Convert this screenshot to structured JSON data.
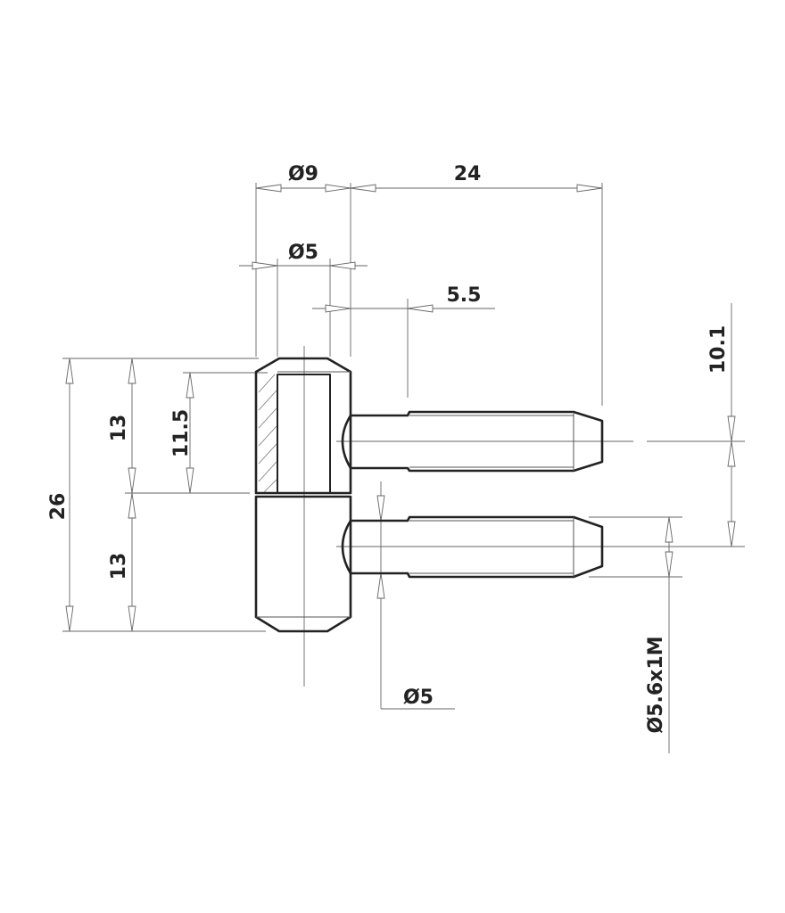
{
  "drawing": {
    "title": "Hinge pin technical drawing",
    "dimensions": {
      "outer_diameter": "Ø9",
      "pin_length": "24",
      "bore_diameter": "Ø5",
      "neck_length": "5.5",
      "pin_spacing": "10.1",
      "total_height": "26",
      "upper_height": "13",
      "lower_height": "13",
      "bore_depth": "11.5",
      "neck_diameter": "Ø5",
      "thread": "Ø5.6x1M"
    }
  }
}
